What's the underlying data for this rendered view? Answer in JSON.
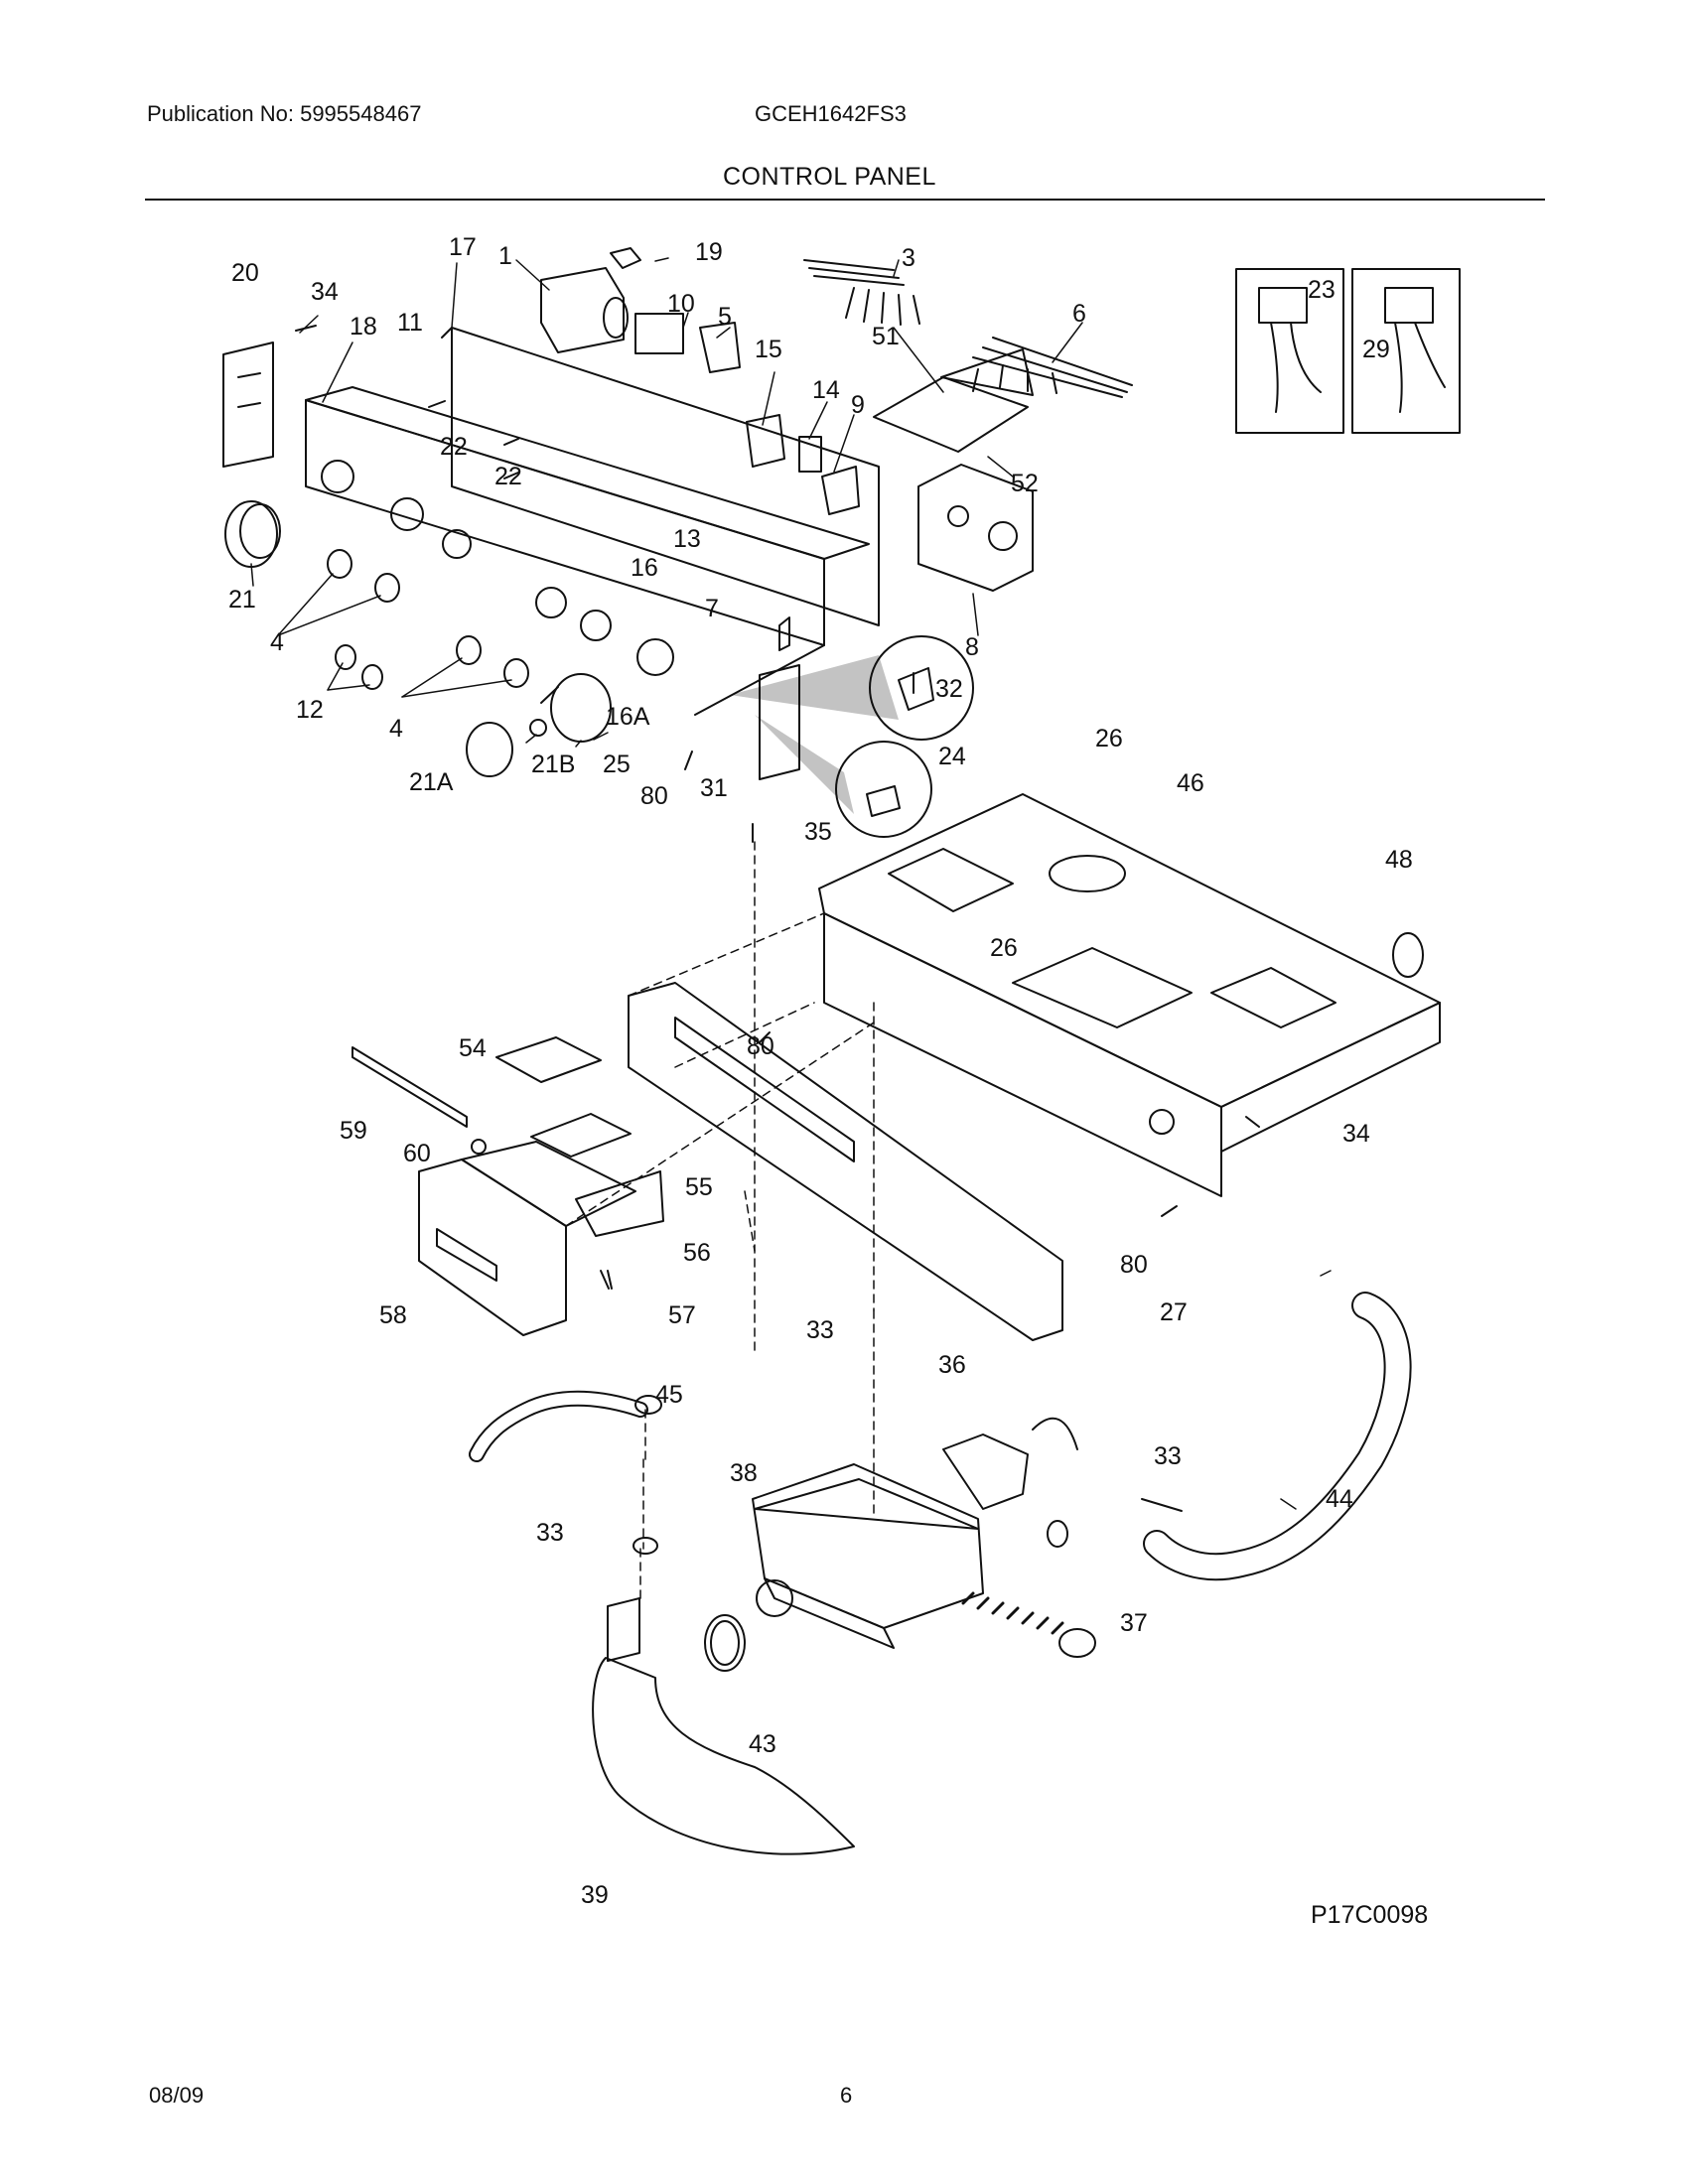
{
  "header": {
    "publication": "Publication No: 5995548467",
    "model": "GCEH1642FS3",
    "section_title": "CONTROL PANEL"
  },
  "figure_code": "P17C0098",
  "footer": {
    "date": "08/09",
    "page": "6"
  },
  "callouts": {
    "c1": "1",
    "c3": "3",
    "c4": "4",
    "c4b": "4",
    "c5": "5",
    "c6": "6",
    "c7": "7",
    "c8": "8",
    "c9": "9",
    "c10": "10",
    "c11": "11",
    "c12": "12",
    "c13": "13",
    "c14": "14",
    "c15": "15",
    "c16": "16",
    "c16A": "16A",
    "c17": "17",
    "c18": "18",
    "c19": "19",
    "c20": "20",
    "c21": "21",
    "c21A": "21A",
    "c21B": "21B",
    "c22a": "22",
    "c22b": "22",
    "c23": "23",
    "c24": "24",
    "c25": "25",
    "c26a": "26",
    "c26b": "26",
    "c27": "27",
    "c29": "29",
    "c31": "31",
    "c32": "32",
    "c33a": "33",
    "c33b": "33",
    "c33c": "33",
    "c34a": "34",
    "c34b": "34",
    "c35": "35",
    "c36": "36",
    "c37": "37",
    "c38": "38",
    "c39": "39",
    "c43": "43",
    "c44": "44",
    "c45": "45",
    "c46": "46",
    "c48": "48",
    "c51": "51",
    "c52": "52",
    "c54": "54",
    "c55": "55",
    "c56": "56",
    "c57": "57",
    "c58": "58",
    "c59": "59",
    "c60": "60",
    "c80a": "80",
    "c80b": "80",
    "c80c": "80"
  }
}
